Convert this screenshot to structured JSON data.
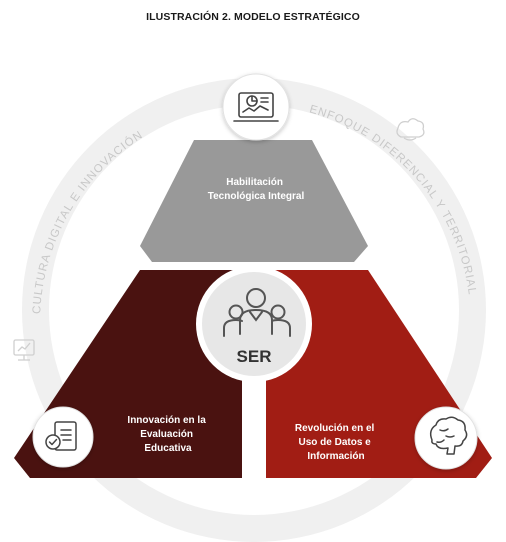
{
  "title": "ILUSTRACIÓN 2. MODELO ESTRATÉGICO",
  "center": {
    "label": "SER",
    "icon": "people-group-icon"
  },
  "segments": [
    {
      "lines": [
        "Habilitación",
        "Tecnológica Integral"
      ],
      "color": "#999999",
      "icon": "dashboard-monitor-icon"
    },
    {
      "lines": [
        "Innovación en la",
        "Evaluación",
        "Educativa"
      ],
      "color": "#4a1210",
      "icon": "checklist-document-icon"
    },
    {
      "lines": [
        "Revolución en el",
        "Uso de Datos e",
        "Información"
      ],
      "color": "#a11d14",
      "icon": "brain-icon"
    }
  ],
  "ring_labels": {
    "left": "CULTURA DIGITAL E INNOVACIÓN",
    "right": "ENFOQUE DIFERENCIAL Y TERRITORIAL"
  }
}
